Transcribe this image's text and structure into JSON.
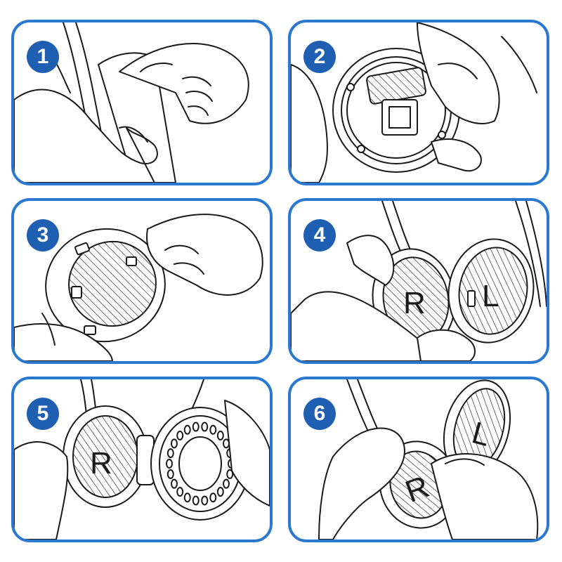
{
  "colors": {
    "panel_border": "#2a78d0",
    "badge_fill": "#1e5fb2",
    "line": "#1a1a1a"
  },
  "steps": [
    {
      "number": "1"
    },
    {
      "number": "2"
    },
    {
      "number": "3"
    },
    {
      "number": "4",
      "labels": [
        "R",
        "L"
      ]
    },
    {
      "number": "5",
      "labels": [
        "R"
      ]
    },
    {
      "number": "6",
      "labels": [
        "R",
        "L"
      ]
    }
  ]
}
